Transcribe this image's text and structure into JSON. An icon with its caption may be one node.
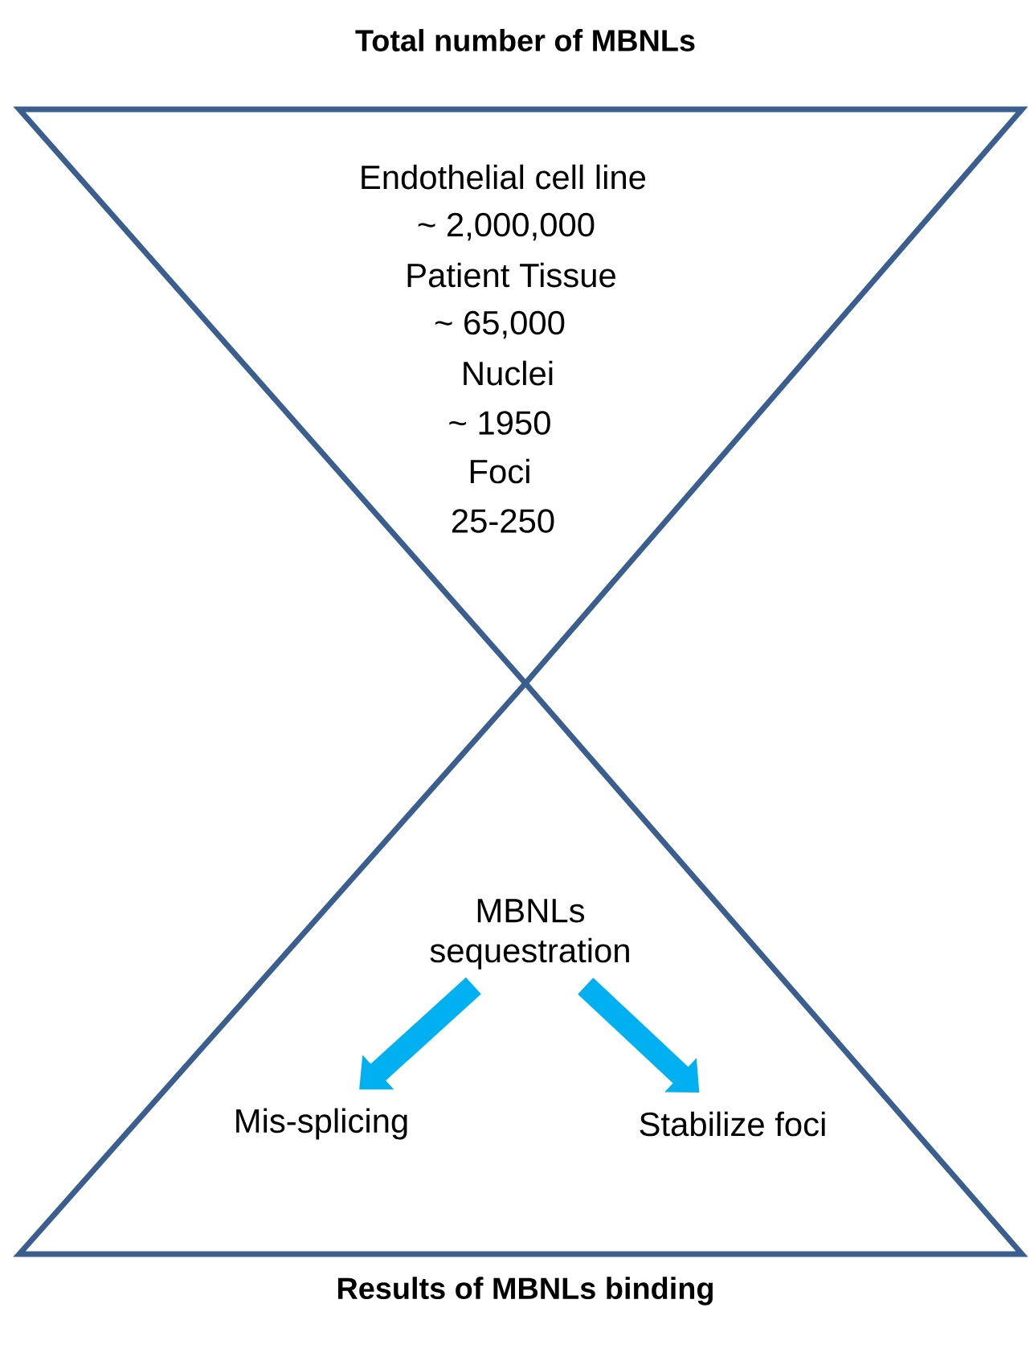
{
  "diagram": {
    "nodes": [
      {
        "text": [
          "Total number of MBNLs",
          "Endothelial cell line",
          "~ 2,000,000",
          "Patient Tissue",
          "~ 65,000",
          "Nuclei",
          "~ 1950",
          "Foci",
          "25-250"
        ]
      },
      {
        "text": [
          "Results of MBNLs binding"
        ]
      },
      {
        "text": [
          "MBNLs sequestration"
        ],
        "in": 1
      },
      {
        "text": [
          "Mis-splicing"
        ],
        "in": 1
      },
      {
        "text": [
          "Stabilize foci"
        ],
        "in": 1
      }
    ],
    "edges": [
      {
        "from": 2,
        "to": 3,
        "arrow": "to",
        "color": "#00b0f0"
      },
      {
        "from": 2,
        "to": 4,
        "arrow": "to",
        "color": "#00b0f0"
      }
    ]
  }
}
